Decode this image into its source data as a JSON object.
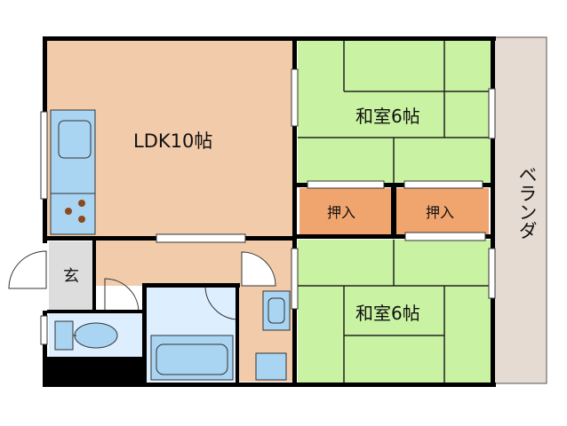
{
  "rooms": {
    "ldk": "LDK10帖",
    "washitsu_upper": "和室6帖",
    "washitsu_lower": "和室6帖",
    "oshiire_left": "押入",
    "oshiire_right": "押入",
    "entrance": "玄",
    "veranda": "ベランダ"
  },
  "colors": {
    "ldk_floor": "#F2CBAA",
    "tatami": "#C9F2A3",
    "oshiire": "#F0A46E",
    "wet_area": "#DDEEFF",
    "fixture": "#A9D4F2",
    "veranda": "#E6DBD3",
    "wall": "#000000",
    "burner": "#8B4A1E"
  }
}
